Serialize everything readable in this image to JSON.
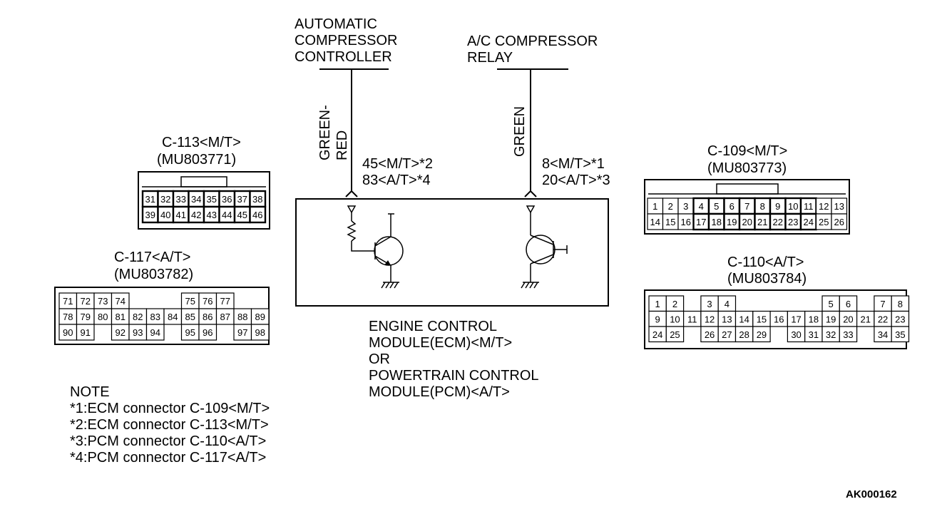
{
  "colors": {
    "ink": "#000000",
    "paper": "#ffffff",
    "pin_dark": "#444444"
  },
  "labels": {
    "acc": [
      "AUTOMATIC",
      "COMPRESSOR",
      "CONTROLLER"
    ],
    "relay": [
      "A/C COMPRESSOR",
      "RELAY"
    ],
    "wire_left": [
      "GREEN-",
      "RED"
    ],
    "wire_right": [
      "GREEN"
    ],
    "pin_left": [
      "45<M/T>*2",
      "83<A/T>*4"
    ],
    "pin_right": [
      "8<M/T>*1",
      "20<A/T>*3"
    ],
    "module": [
      "ENGINE CONTROL",
      "MODULE(ECM)<M/T>",
      "OR",
      "POWERTRAIN CONTROL",
      "MODULE(PCM)<A/T>"
    ],
    "note": [
      "NOTE",
      "*1:ECM connector C-109<M/T>",
      "*2:ECM connector C-113<M/T>",
      "*3:PCM connector C-110<A/T>",
      "*4:PCM connector C-117<A/T>"
    ],
    "code": "AK000162"
  },
  "connectors": {
    "c113": {
      "title": [
        "C-113<M/T>",
        "(MU803771)"
      ],
      "rows": [
        [
          "31",
          "32",
          "33",
          "34",
          "35",
          "36",
          "37",
          "38"
        ],
        [
          "39",
          "40",
          "41",
          "42",
          "43",
          "44",
          "45",
          "46"
        ]
      ]
    },
    "c117": {
      "title": [
        "C-117<A/T>",
        "(MU803782)"
      ],
      "rows": [
        [
          "71",
          "72",
          "73",
          "74",
          "",
          "",
          "",
          "75",
          "76",
          "77"
        ],
        [
          "78",
          "79",
          "80",
          "81",
          "82",
          "83",
          "84",
          "85",
          "86",
          "87",
          "88",
          "89"
        ],
        [
          "90",
          "91",
          "",
          "92",
          "93",
          "94",
          "",
          "95",
          "96",
          "",
          "97",
          "98"
        ]
      ]
    },
    "c109": {
      "title": [
        "C-109<M/T>",
        "(MU803773)"
      ],
      "rows": [
        [
          "1",
          "2",
          "3",
          "4",
          "5",
          "6",
          "7",
          "8",
          "9",
          "10",
          "11",
          "12",
          "13"
        ],
        [
          "14",
          "15",
          "16",
          "17",
          "18",
          "19",
          "20",
          "21",
          "22",
          "23",
          "24",
          "25",
          "26"
        ]
      ]
    },
    "c110": {
      "title": [
        "C-110<A/T>",
        "(MU803784)"
      ],
      "rows": [
        [
          "1",
          "2",
          "",
          "3",
          "4",
          "",
          "",
          "",
          "",
          "",
          "5",
          "6",
          "",
          "7",
          "8"
        ],
        [
          "9",
          "10",
          "11",
          "12",
          "13",
          "14",
          "15",
          "16",
          "17",
          "18",
          "19",
          "20",
          "21",
          "22",
          "23"
        ],
        [
          "24",
          "25",
          "",
          "26",
          "27",
          "28",
          "29",
          "",
          "30",
          "31",
          "32",
          "33",
          "",
          "34",
          "35"
        ]
      ]
    }
  }
}
